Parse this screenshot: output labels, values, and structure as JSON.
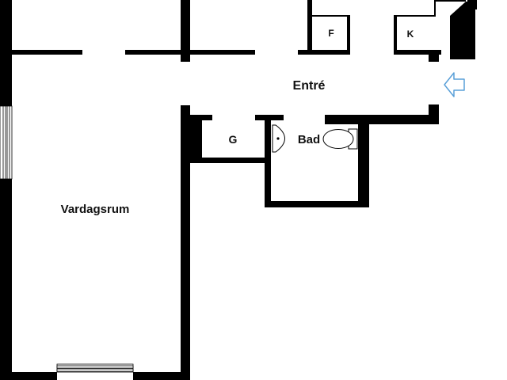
{
  "rooms": {
    "living": "Vardagsrum",
    "entrance": "Entré",
    "bathroom": "Bad",
    "g_closet": "G",
    "f_closet": "F",
    "k_closet": "K"
  },
  "entrance_arrow_color": "#5aa0d8",
  "wall_color": "#000000"
}
